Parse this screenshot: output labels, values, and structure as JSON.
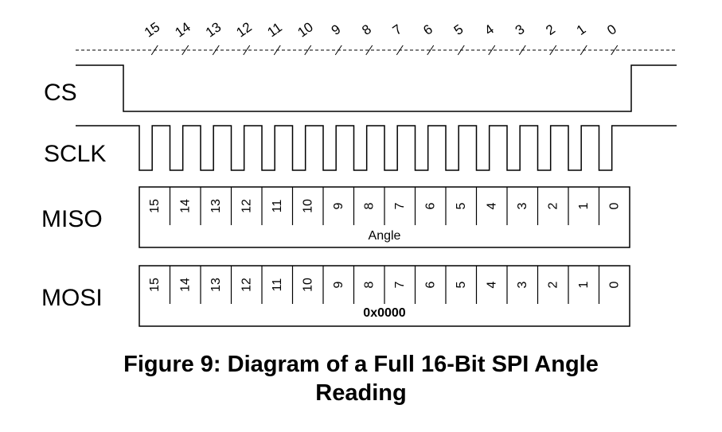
{
  "diagram": {
    "bits": [
      "15",
      "14",
      "13",
      "12",
      "11",
      "10",
      "9",
      "8",
      "7",
      "6",
      "5",
      "4",
      "3",
      "2",
      "1",
      "0"
    ],
    "signals": {
      "cs": {
        "label": "CS"
      },
      "sclk": {
        "label": "SCLK",
        "pulses": 16
      },
      "miso": {
        "label": "MISO",
        "field_text": "Angle"
      },
      "mosi": {
        "label": "MOSI",
        "field_text": "0x0000"
      }
    },
    "colors": {
      "line": "#000000",
      "dashed": "#000000"
    }
  },
  "caption": {
    "line1": "Figure 9: Diagram of a Full 16-Bit SPI Angle",
    "line2": "Reading"
  }
}
